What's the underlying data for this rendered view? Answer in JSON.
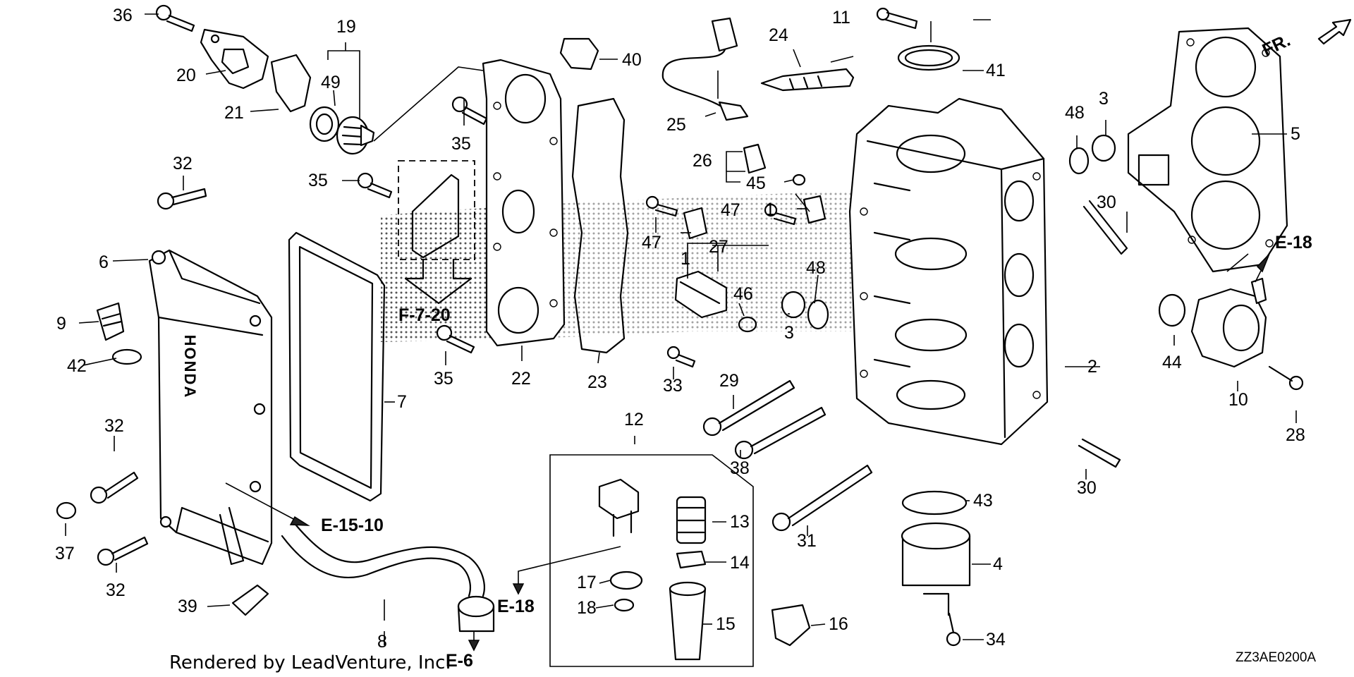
{
  "diagram": {
    "type": "exploded-parts-diagram",
    "subject": "Cylinder head assembly",
    "credit": "Rendered by LeadVenture, Inc.",
    "drawing_code": "ZZ3AE0200A",
    "direction_marker": "FR.",
    "brand_marking": "HONDA",
    "callouts": [
      "1",
      "2",
      "3",
      "4",
      "5",
      "6",
      "7",
      "8",
      "9",
      "10",
      "11",
      "12",
      "13",
      "14",
      "15",
      "16",
      "17",
      "18",
      "19",
      "20",
      "21",
      "22",
      "23",
      "24",
      "25",
      "26",
      "27",
      "28",
      "29",
      "30",
      "31",
      "32",
      "33",
      "34",
      "35",
      "36",
      "37",
      "38",
      "39",
      "40",
      "41",
      "42",
      "43",
      "44",
      "45",
      "46",
      "47",
      "48",
      "49"
    ],
    "references": {
      "f_7_20": "F-7-20",
      "e_18": "E-18",
      "e_15_10": "E-15-10",
      "e_6": "E-6"
    }
  }
}
